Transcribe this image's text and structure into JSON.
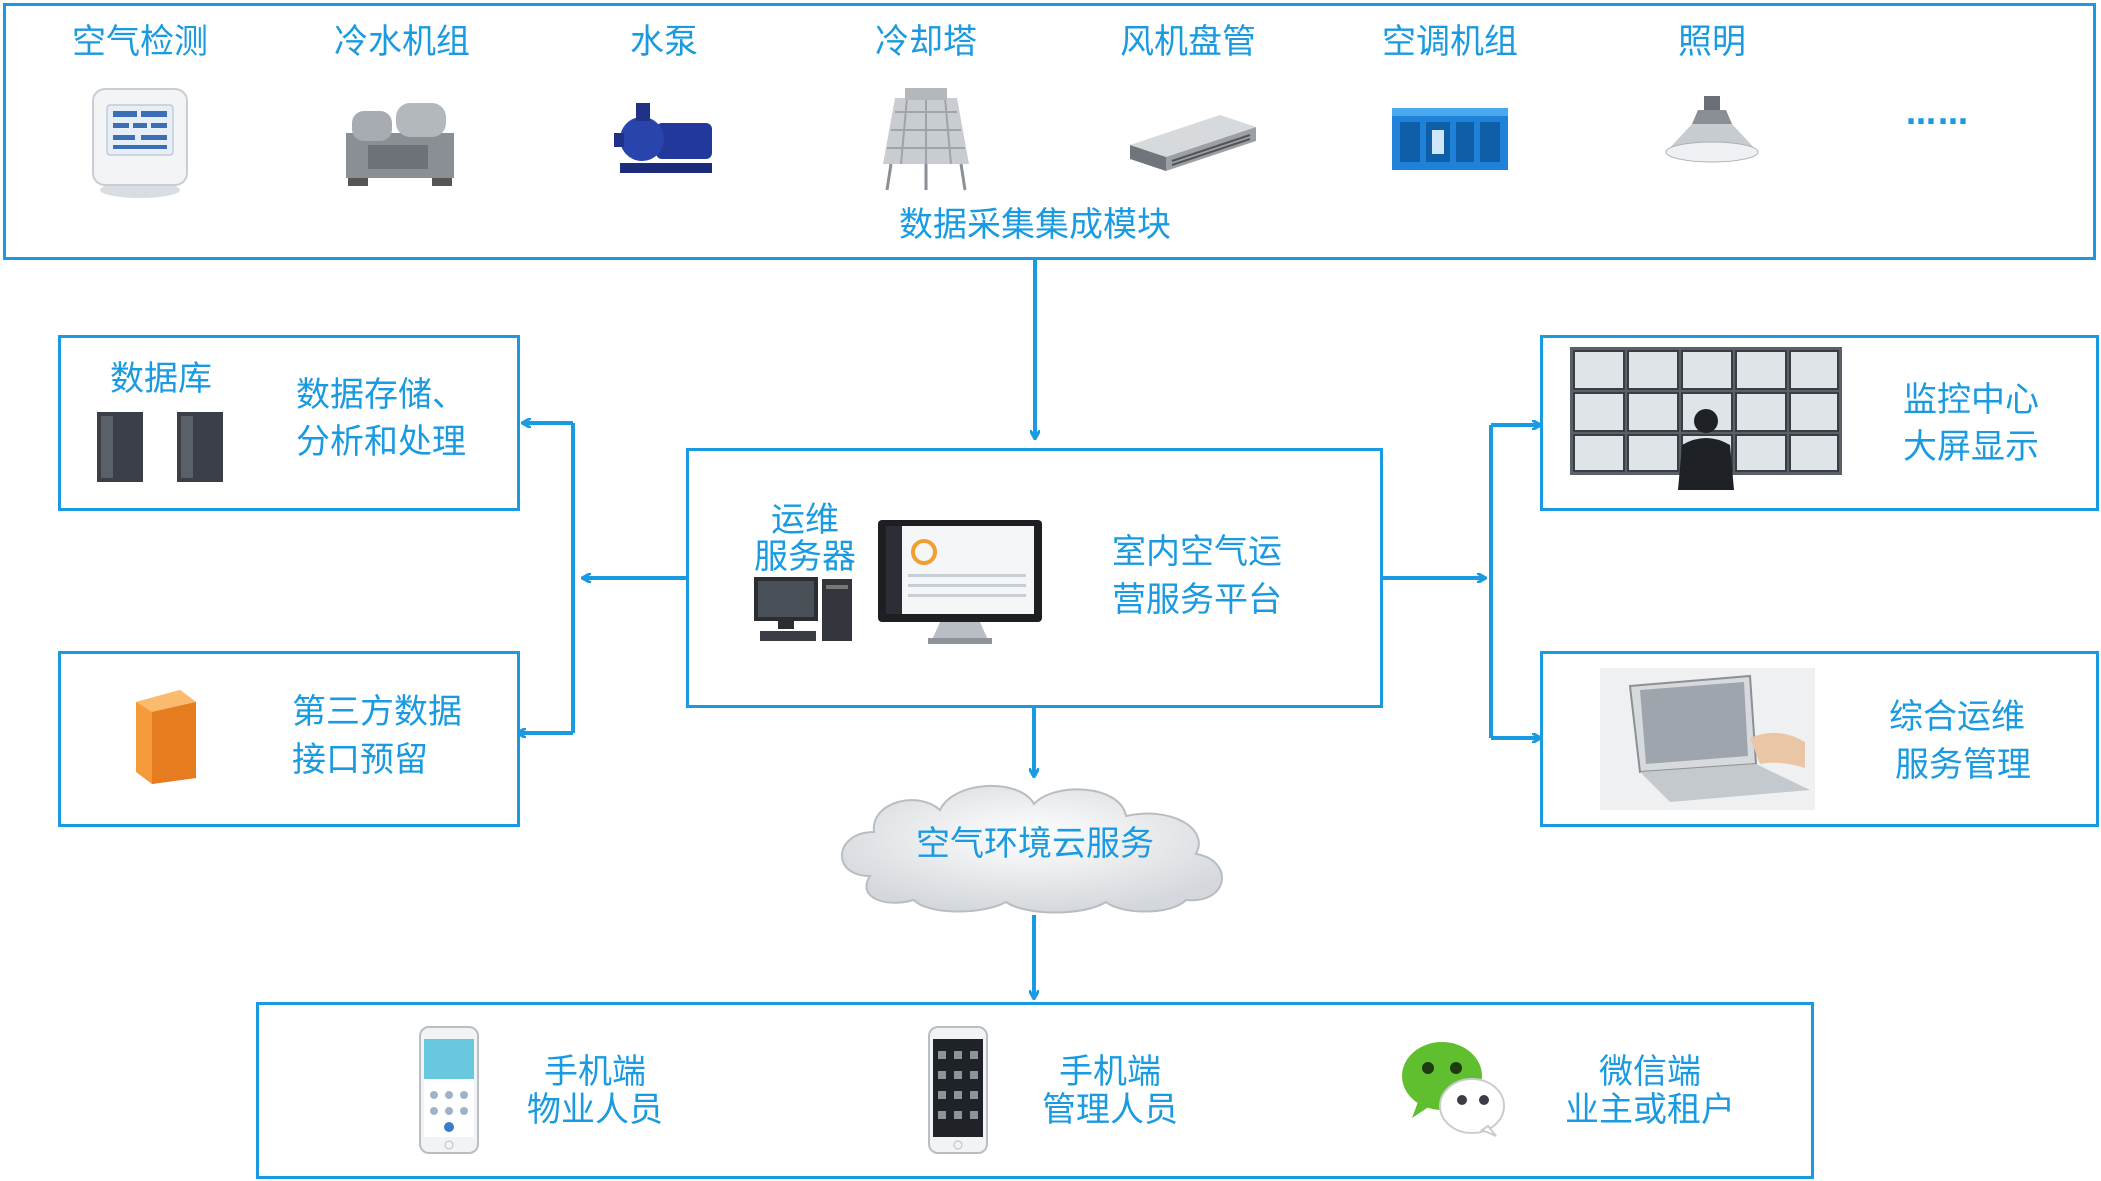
{
  "accent_color": "#1a9ae0",
  "top_panel": {
    "devices": [
      {
        "label": "空气检测",
        "icon": "air-monitor-icon"
      },
      {
        "label": "冷水机组",
        "icon": "chiller-icon"
      },
      {
        "label": "水泵",
        "icon": "water-pump-icon"
      },
      {
        "label": "冷却塔",
        "icon": "cooling-tower-icon"
      },
      {
        "label": "风机盘管",
        "icon": "fan-coil-icon"
      },
      {
        "label": "空调机组",
        "icon": "air-handling-unit-icon"
      },
      {
        "label": "照明",
        "icon": "light-fixture-icon"
      }
    ],
    "ellipsis": "……",
    "caption": "数据采集集成模块"
  },
  "database_box": {
    "title": "数据库",
    "line1": "数据存储、",
    "line2": "分析和处理"
  },
  "third_party_box": {
    "line1": "第三方数据",
    "line2": "接口预留"
  },
  "platform_box": {
    "server_line1": "运维",
    "server_line2": "服务器",
    "line1": "室内空气运",
    "line2": "营服务平台"
  },
  "monitor_box": {
    "line1": "监控中心",
    "line2": "大屏显示"
  },
  "ops_box": {
    "line1": "综合运维",
    "line2": "服务管理"
  },
  "cloud": {
    "label": "空气环境云服务"
  },
  "clients": [
    {
      "line1": "手机端",
      "line2": "物业人员",
      "icon": "phone-icon"
    },
    {
      "line1": "手机端",
      "line2": "管理人员",
      "icon": "phone-dark-icon"
    },
    {
      "line1": "微信端",
      "line2": "业主或租户",
      "icon": "wechat-icon"
    }
  ]
}
